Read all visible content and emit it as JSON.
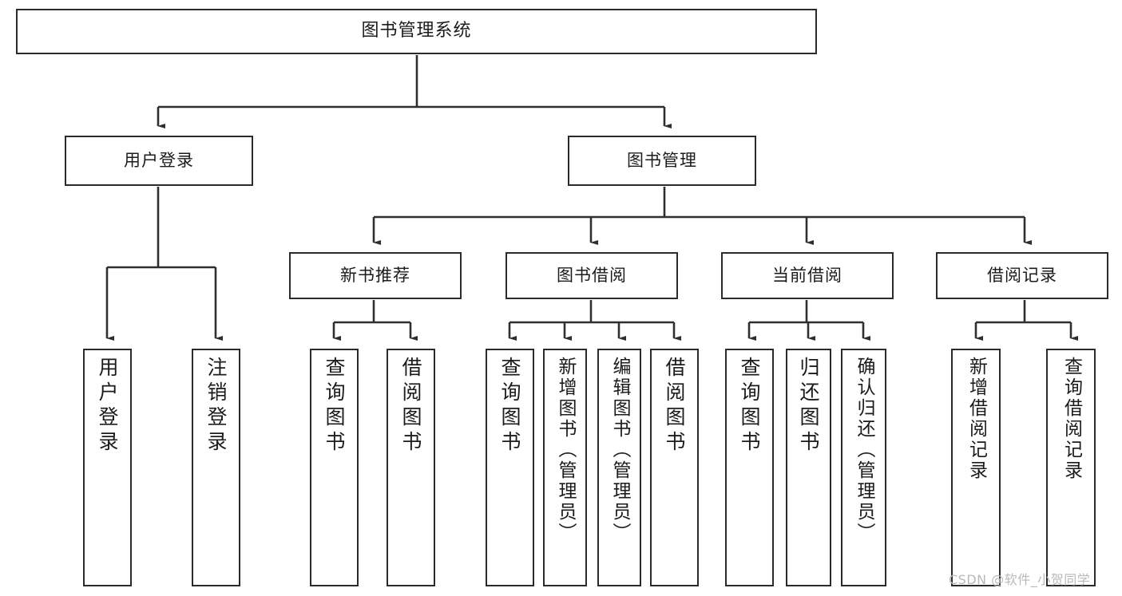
{
  "diagram": {
    "type": "tree-hierarchy-functional-decomposition",
    "root": {
      "label": "图书管理系统"
    },
    "level1": [
      {
        "label": "用户登录"
      },
      {
        "label": "图书管理"
      }
    ],
    "level2": [
      {
        "label": "新书推荐"
      },
      {
        "label": "图书借阅"
      },
      {
        "label": "当前借阅"
      },
      {
        "label": "借阅记录"
      }
    ],
    "leaves": {
      "user_login": [
        {
          "label": "用户登录"
        },
        {
          "label": "注销登录"
        }
      ],
      "new_book_recommend": [
        {
          "label": "查询图书"
        },
        {
          "label": "借阅图书"
        }
      ],
      "book_borrow": [
        {
          "label": "查询图书"
        },
        {
          "label": "新增图书（管理员）"
        },
        {
          "label": "编辑图书（管理员）"
        },
        {
          "label": "借阅图书"
        }
      ],
      "current_borrow": [
        {
          "label": "查询图书"
        },
        {
          "label": "归还图书"
        },
        {
          "label": "确认归还（管理员）"
        }
      ],
      "borrow_record": [
        {
          "label": "新增借阅记录"
        },
        {
          "label": "查询借阅记录"
        }
      ]
    }
  },
  "watermark": {
    "text": "CSDN @软件_小贺同学"
  },
  "colors": {
    "background": "#ffffff",
    "box_border": "#2b2b2b",
    "connector": "#333333",
    "text": "#1b1b1b",
    "watermark": "#b9b9b9"
  }
}
